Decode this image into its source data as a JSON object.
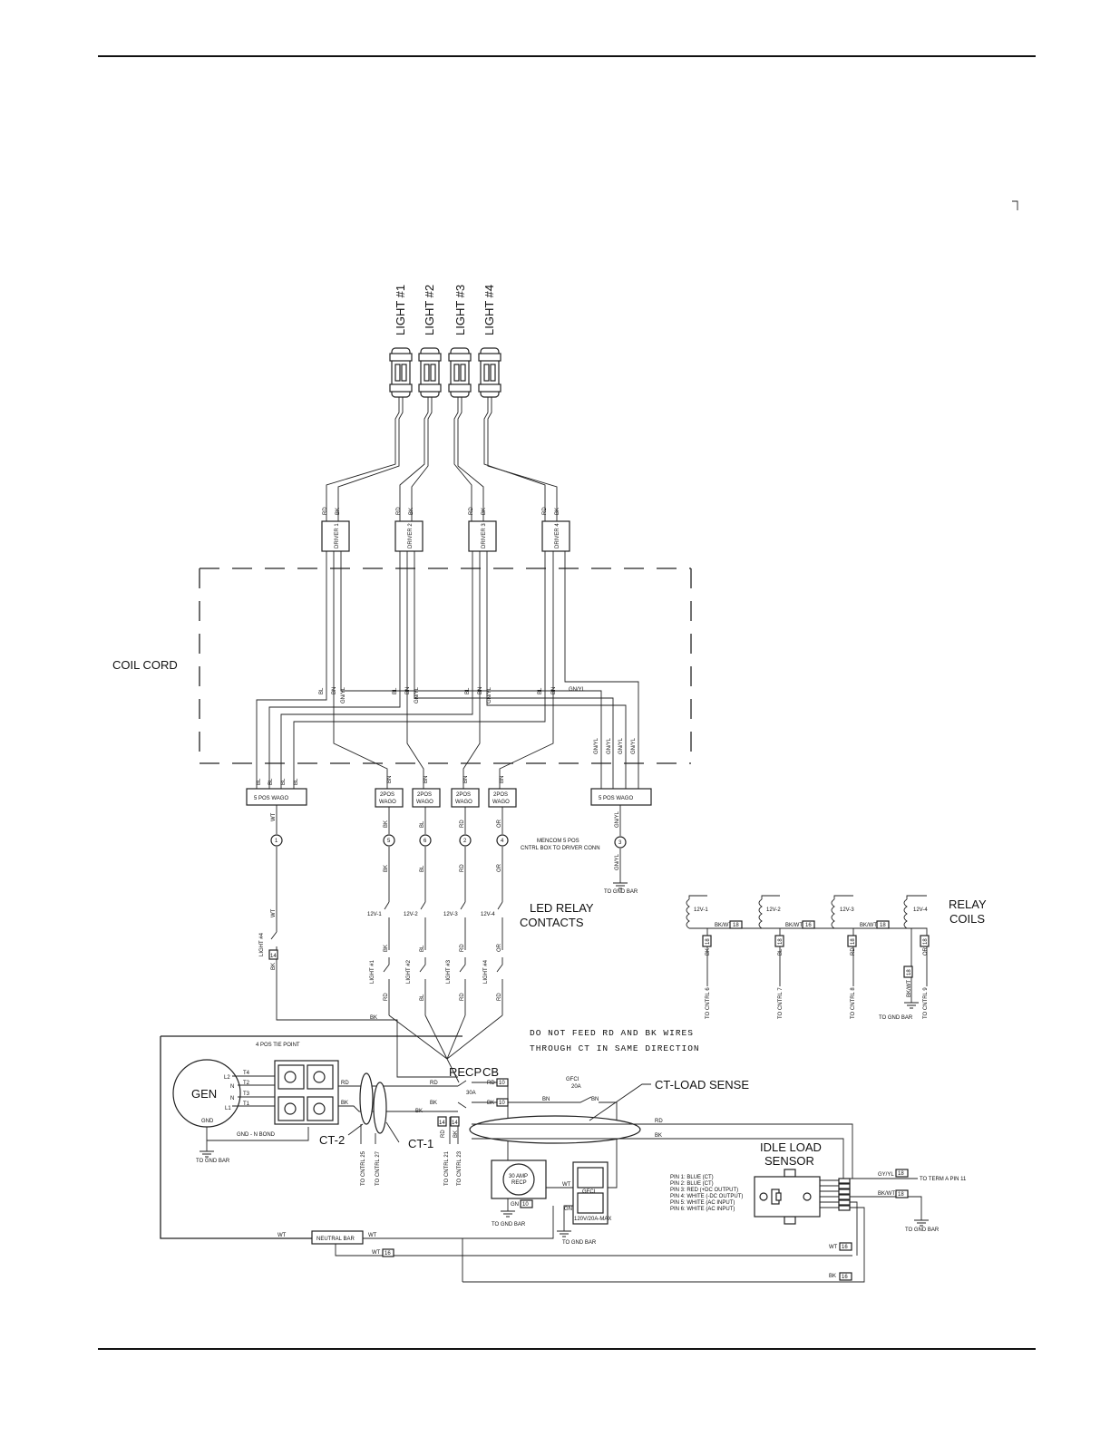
{
  "lights": {
    "l1": "LIGHT #1",
    "l2": "LIGHT #2",
    "l3": "LIGHT #3",
    "l4": "LIGHT #4"
  },
  "drivers": {
    "d1": "DRIVER 1",
    "d2": "DRIVER 2",
    "d3": "DRIVER 3",
    "d4": "DRIVER 4"
  },
  "labels": {
    "coil_cord": "COIL CORD",
    "wago5": "5 POS WAGO",
    "wago2_top": "2POS",
    "wago2_bot": "WAGO",
    "mencom_1": "MENCOM 5 POS",
    "mencom_2": "CNTRL BOX TO DRIVER CONN",
    "led_relay_1": "LED RELAY",
    "led_relay_2": "CONTACTS",
    "relay_coils_1": "RELAY",
    "relay_coils_2": "COILS",
    "to_gnd_bar": "TO GND BAR",
    "warning_1": "DO NOT FEED RD AND BK WIRES",
    "warning_2": "THROUGH CT IN SAME DIRECTION",
    "ct_load_sense": "CT-LOAD SENSE",
    "tie_point": "4 POS TIE POINT",
    "gen": "GEN",
    "gnd": "GND",
    "gnd_n_bond": "GND - N BOND",
    "ct2": "CT-2",
    "ct1": "CT-1",
    "recp": "RECP",
    "cb": "CB",
    "cb_30a": "30A",
    "gfci": "GFCI",
    "gfci_20a": "20A",
    "recp_30amp": "30 AMP",
    "recp_word": "RECP",
    "gfci_rating": "120V/20A-MAX",
    "idle_1": "IDLE LOAD",
    "idle_2": "SENSOR",
    "neutral_bar": "NEUTRAL BAR",
    "to_term_a": "TO TERM A PIN 11",
    "cntrl_25": "TO CNTRL 25",
    "cntrl_27": "TO CNTRL 27",
    "cntrl_21": "TO CNTRL 21",
    "cntrl_23": "TO CNTRL 23",
    "cntrl_6": "TO CNTRL 6",
    "cntrl_7": "TO CNTRL 7",
    "cntrl_8": "TO CNTRL 8",
    "cntrl_9": "TO CNTRL 9"
  },
  "gen_terminals": {
    "l2": "L2",
    "n1": "N",
    "n2": "N",
    "l1": "L1",
    "t4": "T4",
    "t2": "T2",
    "t3": "T3",
    "t1": "T1"
  },
  "relays": {
    "r1": "12V-1",
    "r2": "12V-2",
    "r3": "12V-3",
    "r4": "12V-4"
  },
  "light_switches": {
    "s1": "LIGHT #1",
    "s2": "LIGHT #2",
    "s3": "LIGHT #3",
    "s4": "LIGHT #4",
    "s5": "LIGHT #4"
  },
  "connector_pins": {
    "p1": "1",
    "p5": "5",
    "p6": "6",
    "p2": "2",
    "p4": "4",
    "p3": "3"
  },
  "sensor_pins": [
    "PIN 1: BLUE (CT)",
    "PIN 2: BLUE (CT)",
    "PIN 3: RED (+DC OUTPUT)",
    "PIN 4: WHITE (-DC OUTPUT)",
    "PIN 5: WHITE (AC INPUT)",
    "PIN 6: WHITE (AC INPUT)"
  ],
  "wire": {
    "rd": "RD",
    "bk": "BK",
    "bl": "BL",
    "bn": "BN",
    "gnyl": "GN/YL",
    "wt": "WT",
    "or": "OR",
    "gn": "GN",
    "bkwt": "BK/WT",
    "gyyl": "GY/YL",
    "g10": "10",
    "g14": "14",
    "g16": "16",
    "g18": "18"
  }
}
